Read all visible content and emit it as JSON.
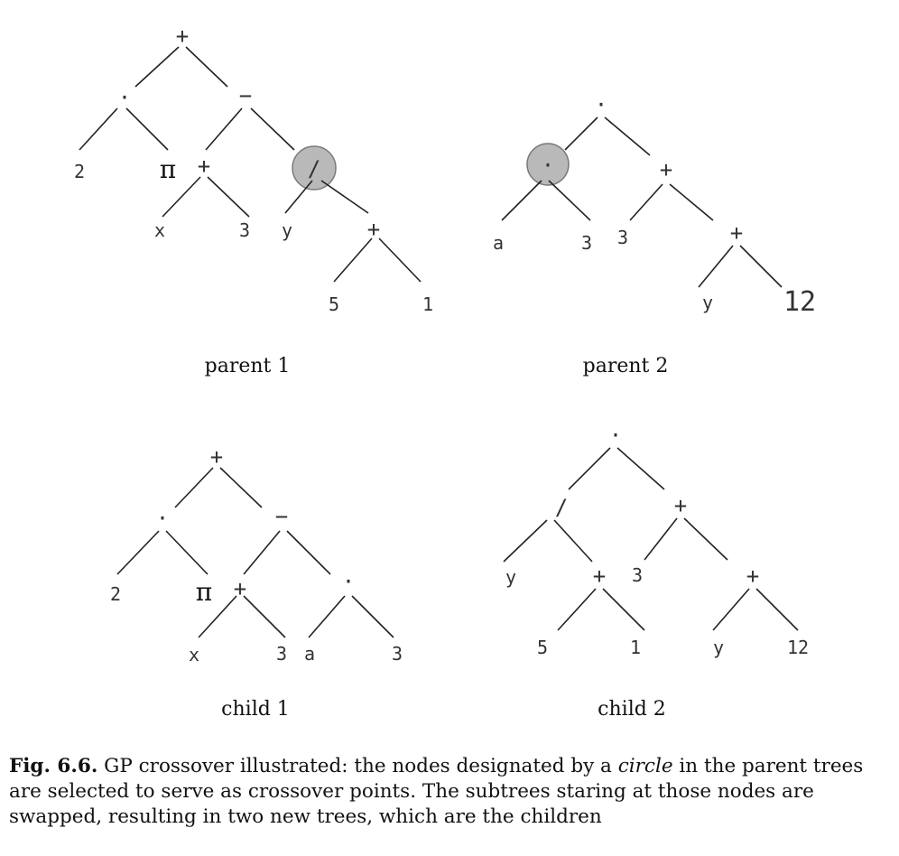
{
  "trees": [
    {
      "caption": "parent 1",
      "nodes": [
        "+",
        "·",
        "−",
        "2",
        "π",
        "+",
        "x",
        "3",
        "/",
        "y",
        "+",
        "5",
        "1"
      ],
      "selected_node": "/"
    },
    {
      "caption": "parent 2",
      "nodes": [
        "·",
        "·",
        "a",
        "3",
        "+",
        "3",
        "+",
        "y",
        "12"
      ],
      "selected_node": "·"
    },
    {
      "caption": "child 1",
      "nodes": [
        "+",
        "·",
        "−",
        "2",
        "π",
        "+",
        "x",
        "3",
        "·",
        "a",
        "3"
      ]
    },
    {
      "caption": "child 2",
      "nodes": [
        "·",
        "/",
        "y",
        "+",
        "5",
        "1",
        "+",
        "3",
        "+",
        "y",
        "12"
      ]
    }
  ],
  "caption": {
    "label": "Fig. 6.6.",
    "text_before": " GP crossover illustrated: the nodes designated by a ",
    "emphasis": "circle",
    "text_after": " in the parent trees are selected to serve as crossover points. The subtrees staring at those nodes are swapped, resulting in two new trees, which are the children"
  },
  "colors": {
    "edge": "#222222",
    "selection_circle": "#b9b9b9",
    "text": "#111111"
  }
}
